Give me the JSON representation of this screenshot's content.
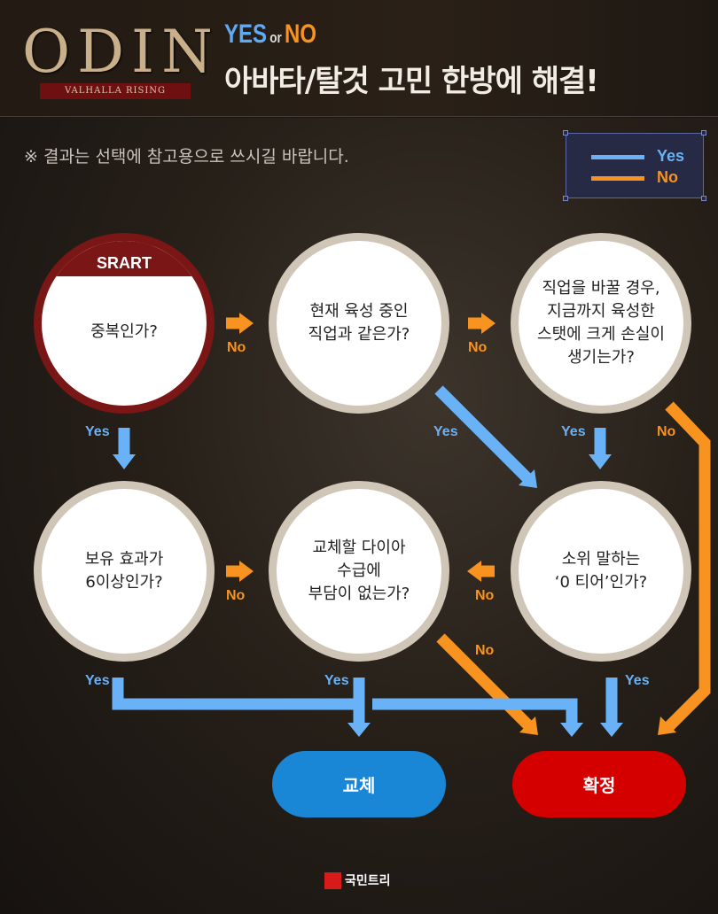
{
  "header": {
    "logo_text": "ODIN",
    "logo_subtitle": "VALHALLA RISING",
    "yes": "YES",
    "or": "or",
    "no": "NO",
    "title": "아바타/탈것 고민 한방에 해결!"
  },
  "note": "※ 결과는 선택에 참고용으로 쓰시길 바랍니다.",
  "legend": {
    "yes": "Yes",
    "no": "No",
    "yes_color": "#5eaaf5",
    "no_color": "#f7931e"
  },
  "nodes": {
    "start_label": "SRART",
    "q1": "중복인가?",
    "q2": "현재 육성 중인\n직업과 같은가?",
    "q3": "직업을 바꿀 경우,\n지금까지 육성한\n스탯에 크게 손실이\n생기는가?",
    "q4": "보유 효과가\n6이상인가?",
    "q5": "교체할 다이아\n수급에\n부담이 없는가?",
    "q6": "소위 말하는\n‘0 티어’인가?"
  },
  "edges": {
    "no": "No",
    "yes": "Yes"
  },
  "results": {
    "replace": "교체",
    "confirm": "확정",
    "replace_color": "#1a86d6",
    "confirm_color": "#d40000"
  },
  "footer": {
    "logo_text": "국민\n트리",
    "brand": "국민트리"
  }
}
